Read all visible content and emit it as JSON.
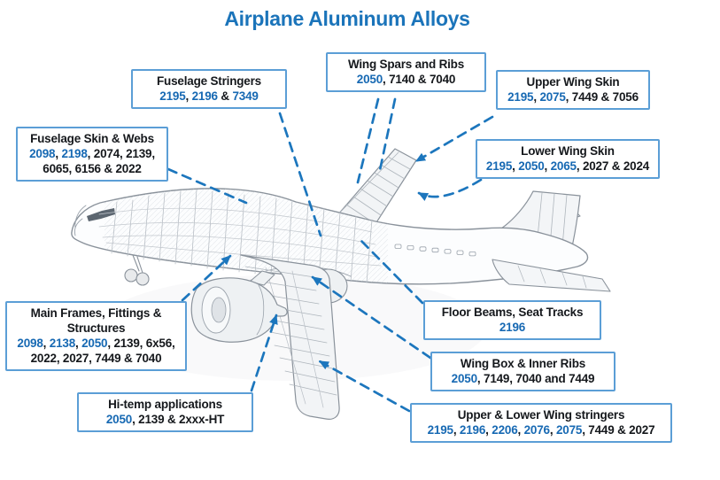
{
  "title": "Airplane Aluminum Alloys",
  "colors": {
    "title_blue": "#1b74ba",
    "alloy_blue": "#1769b3",
    "text_dark": "#15181c",
    "box_border_blue": "#5b9ed6",
    "arrow_blue": "#1c76bd"
  },
  "illustration": "airplane-cutaway-line-drawing",
  "callouts": [
    {
      "id": "fuselage-stringers",
      "title": "Fuselage Stringers",
      "parts": [
        {
          "t": "2195",
          "b": true
        },
        {
          "t": ", ",
          "b": false
        },
        {
          "t": "2196",
          "b": true
        },
        {
          "t": " & ",
          "b": false
        },
        {
          "t": "7349",
          "b": true
        }
      ]
    },
    {
      "id": "wing-spars-and-ribs",
      "title": "Wing Spars and Ribs",
      "parts": [
        {
          "t": "2050",
          "b": true
        },
        {
          "t": ", 7140 & 7040",
          "b": false
        }
      ]
    },
    {
      "id": "upper-wing-skin",
      "title": "Upper Wing Skin",
      "parts": [
        {
          "t": "2195",
          "b": true
        },
        {
          "t": ", ",
          "b": false
        },
        {
          "t": "2075",
          "b": true
        },
        {
          "t": ", 7449 & 7056",
          "b": false
        }
      ]
    },
    {
      "id": "lower-wing-skin",
      "title": "Lower Wing Skin",
      "parts": [
        {
          "t": "2195",
          "b": true
        },
        {
          "t": ", ",
          "b": false
        },
        {
          "t": "2050",
          "b": true
        },
        {
          "t": ", ",
          "b": false
        },
        {
          "t": "2065",
          "b": true
        },
        {
          "t": ", 2027 & 2024",
          "b": false
        }
      ]
    },
    {
      "id": "fuselage-skin-webs",
      "title": "Fuselage Skin & Webs",
      "parts": [
        {
          "t": "2098",
          "b": true
        },
        {
          "t": ", ",
          "b": false
        },
        {
          "t": "2198",
          "b": true
        },
        {
          "t": ", 2074, 2139, 6065, 6156 & 2022",
          "b": false
        }
      ]
    },
    {
      "id": "main-frames-fittings-structures",
      "title": "Main Frames, Fittings & Structures",
      "parts": [
        {
          "t": "2098",
          "b": true
        },
        {
          "t": ", ",
          "b": false
        },
        {
          "t": "2138",
          "b": true
        },
        {
          "t": ", ",
          "b": false
        },
        {
          "t": "2050",
          "b": true
        },
        {
          "t": ", 2139, 6x56, 2022, 2027, 7449 & 7040",
          "b": false
        }
      ]
    },
    {
      "id": "hi-temp-applications",
      "title": "Hi-temp applications",
      "parts": [
        {
          "t": "2050",
          "b": true
        },
        {
          "t": ", 2139 & 2xxx-HT",
          "b": false
        }
      ]
    },
    {
      "id": "floor-beams-seat-tracks",
      "title": "Floor Beams, Seat Tracks",
      "parts": [
        {
          "t": "2196",
          "b": true
        }
      ]
    },
    {
      "id": "wing-box-inner-ribs",
      "title": "Wing Box & Inner Ribs",
      "parts": [
        {
          "t": "2050",
          "b": true
        },
        {
          "t": ", 7149, 7040 and 7449",
          "b": false
        }
      ]
    },
    {
      "id": "upper-lower-wing-stringers",
      "title": "Upper & Lower Wing stringers",
      "parts": [
        {
          "t": "2195",
          "b": true
        },
        {
          "t": ", ",
          "b": false
        },
        {
          "t": "2196",
          "b": true
        },
        {
          "t": ", ",
          "b": false
        },
        {
          "t": "2206",
          "b": true
        },
        {
          "t": ", ",
          "b": false
        },
        {
          "t": "2076",
          "b": true
        },
        {
          "t": ", ",
          "b": false
        },
        {
          "t": "2075",
          "b": true
        },
        {
          "t": ", 7449 & 2027",
          "b": false
        }
      ]
    }
  ]
}
